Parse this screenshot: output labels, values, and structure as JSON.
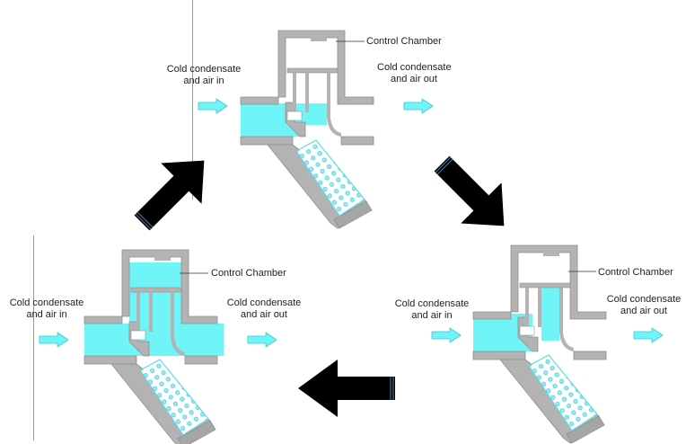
{
  "diagram": {
    "title": "Thermostatic steam trap cycle",
    "colors": {
      "body": "#b3b3b3",
      "body_edge": "#8f8f8f",
      "water": "#6ff4f8",
      "arrow_flow": "#6ff4f8",
      "cycle_arrow": "#000000"
    },
    "panels": [
      {
        "id": "top",
        "chamber_label": "Control Chamber",
        "inlet_label_1": "Cold condensate",
        "inlet_label_2": "and air in",
        "outlet_label_1": "Cold condensate",
        "outlet_label_2": "and air out",
        "state": "partially-filled"
      },
      {
        "id": "bottom-left",
        "chamber_label": "Control Chamber",
        "inlet_label_1": "Cold condensate",
        "inlet_label_2": "and air in",
        "outlet_label_1": "Cold condensate",
        "outlet_label_2": "and air out",
        "state": "fully-filled"
      },
      {
        "id": "bottom-right",
        "chamber_label": "Control Chamber",
        "inlet_label_1": "Cold condensate",
        "inlet_label_2": "and air in",
        "outlet_label_1": "Cold condensate",
        "outlet_label_2": "and air out",
        "state": "filling"
      }
    ],
    "cycle_arrows": [
      {
        "id": "bl-to-top",
        "direction": "up-right"
      },
      {
        "id": "top-to-br",
        "direction": "down-right"
      },
      {
        "id": "br-to-bl",
        "direction": "left"
      }
    ]
  }
}
